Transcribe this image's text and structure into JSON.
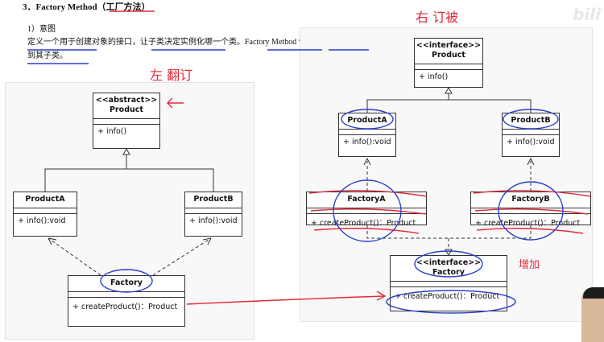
{
  "heading": {
    "number": "3．",
    "title": "Factory Method（工厂方法）"
  },
  "subheading": "1）意图",
  "description": "定义一个用于创建对象的接口，让子类决定实例化哪一个类。Factory Method 使一个类的实例化延迟到其子类。",
  "handwriting": {
    "left_label": "左 翻订",
    "right_label": "右 订被",
    "add_label": "增加"
  },
  "watermark": "bili",
  "left_diagram": {
    "product": {
      "stereotype": "<<abstract>>",
      "name": "Product",
      "op": "+ info()"
    },
    "product_a": {
      "name": "ProductA",
      "op": "+ info():void"
    },
    "product_b": {
      "name": "ProductB",
      "op": "+ info():void"
    },
    "factory": {
      "name": "Factory",
      "op": "+ createProduct()：Product"
    }
  },
  "right_diagram": {
    "product": {
      "stereotype": "<<interface>>",
      "name": "Product",
      "op": "+ info()"
    },
    "product_a": {
      "name": "ProductA",
      "op": "+ info():void"
    },
    "product_b": {
      "name": "ProductB",
      "op": "+ info():void"
    },
    "factory_a": {
      "name": "FactoryA",
      "op": "+ createProduct()：Product"
    },
    "factory_b": {
      "name": "FactoryB",
      "op": "+ createProduct()：Product"
    },
    "factory": {
      "stereotype": "<<interface>>",
      "name": "Factory",
      "op": "+ createProduct()：Product"
    }
  },
  "colors": {
    "annotation_blue": "#2b3fc9",
    "annotation_red": "#e02a3a"
  }
}
